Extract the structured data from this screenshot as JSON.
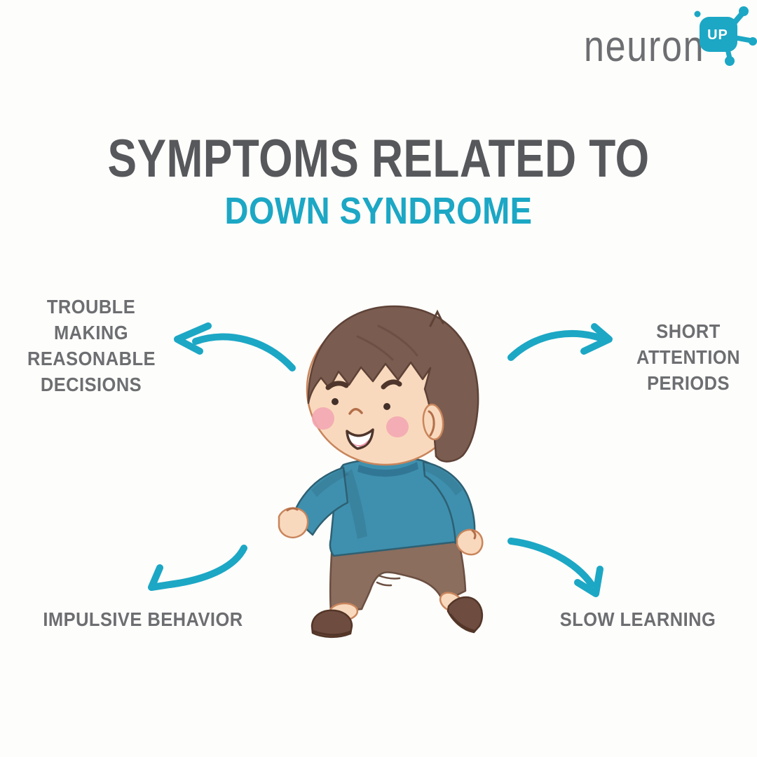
{
  "theme": {
    "bg": "#fdfdfb",
    "accent": "#1ca7c5",
    "title": "#57585b",
    "label": "#6d6e71",
    "logo": "#6d6e71"
  },
  "logo": {
    "brand_text": "neuron",
    "badge_text": "UP"
  },
  "title": {
    "text": "SYMPTOMS RELATED TO"
  },
  "subtitle": {
    "text": "DOWN SYNDROME"
  },
  "symptoms": {
    "top_left": {
      "label": "TROUBLE MAKING REASONABLE DECISIONS",
      "lines": [
        "TROUBLE",
        "MAKING",
        "REASONABLE",
        "DECISIONS"
      ]
    },
    "top_right": {
      "label": "SHORT ATTENTION PERIODS",
      "lines": [
        "SHORT",
        "ATTENTION",
        "PERIODS"
      ]
    },
    "bottom_left": {
      "label": "IMPULSIVE BEHAVIOR",
      "lines": [
        "IMPULSIVE BEHAVIOR"
      ]
    },
    "bottom_right": {
      "label": "SLOW LEARNING",
      "lines": [
        "SLOW LEARNING"
      ]
    }
  },
  "illustration": {
    "subject": "cartoon boy walking",
    "colors": {
      "skin": "#f9d9bd",
      "hair": "#7b5c50",
      "sweater": "#3e90ae",
      "pants": "#8b6e5e",
      "shoes": "#6f4c40",
      "cheeks": "#f3a7b3"
    }
  }
}
